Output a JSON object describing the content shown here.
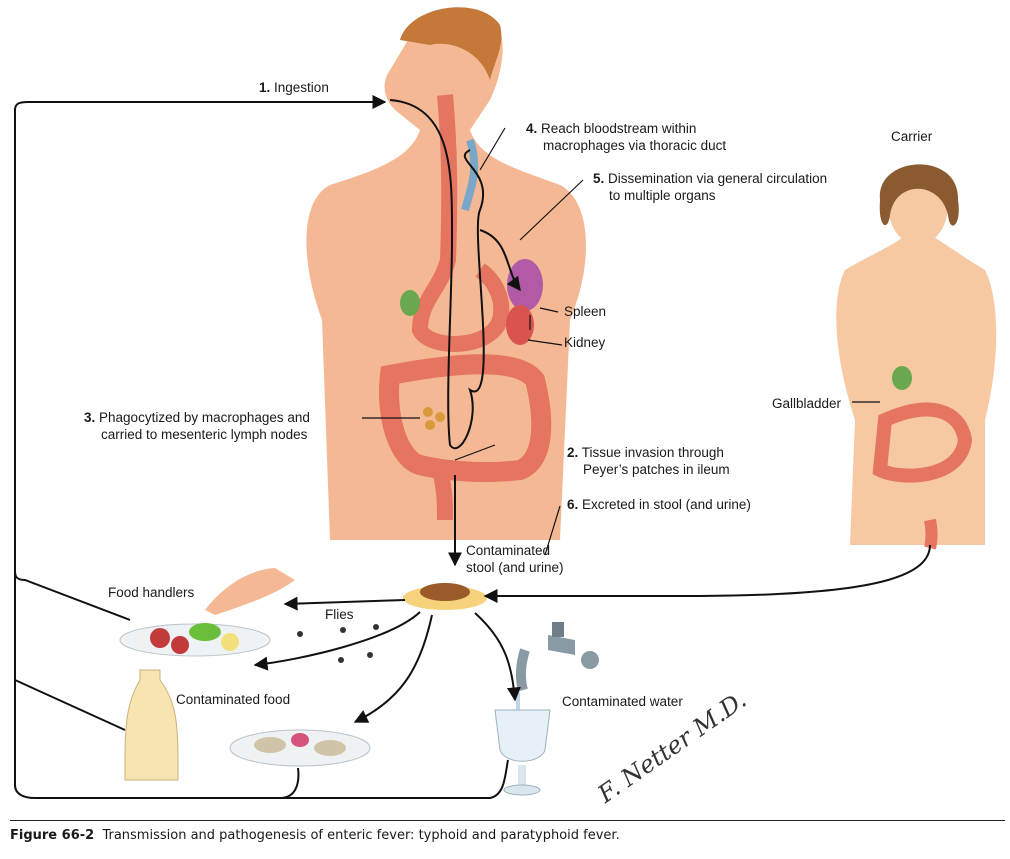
{
  "steps": {
    "s1": {
      "num": "1.",
      "text": "Ingestion"
    },
    "s2": {
      "num": "2.",
      "line1": "Tissue invasion through",
      "line2": "Peyer’s patches in ileum"
    },
    "s3": {
      "num": "3.",
      "line1": "Phagocytized by macrophages and",
      "line2": "carried to mesenteric lymph nodes"
    },
    "s4": {
      "num": "4.",
      "line1": "Reach bloodstream within",
      "line2": "macrophages via thoracic duct"
    },
    "s5": {
      "num": "5.",
      "line1": "Dissemination via general circulation",
      "line2": "to multiple organs"
    },
    "s6": {
      "num": "6.",
      "text": "Excreted in stool (and urine)"
    }
  },
  "labels": {
    "carrier": "Carrier",
    "spleen": "Spleen",
    "kidney": "Kidney",
    "gallbladder": "Gallbladder",
    "stool_line1": "Contaminated",
    "stool_line2": "stool (and urine)",
    "food_handlers": "Food handlers",
    "flies": "Flies",
    "contaminated_food": "Contaminated food",
    "contaminated_water": "Contaminated water"
  },
  "signature": "F. Netter M.D.",
  "caption": {
    "figure": "Figure 66-2",
    "text": "Transmission and pathogenesis of enteric fever: typhoid and paratyphoid fever."
  },
  "colors": {
    "skin": "#f2b48e",
    "gut": "#e8735c",
    "spleen": "#b25aa6",
    "gallbladder": "#6aa84f",
    "arrow": "#111111"
  }
}
